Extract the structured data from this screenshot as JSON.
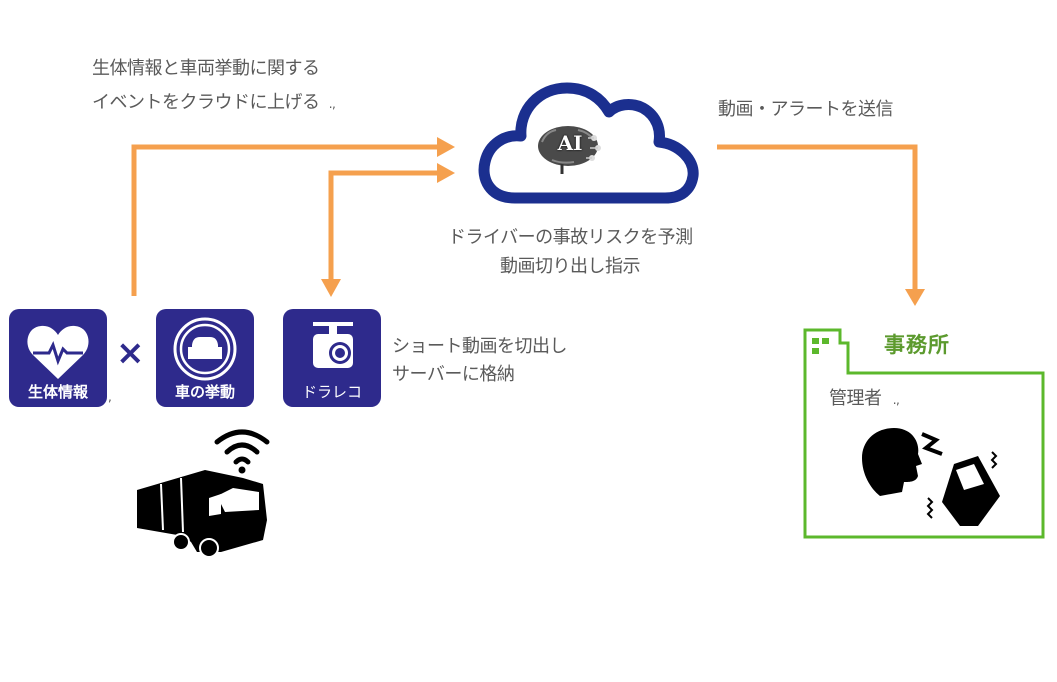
{
  "colors": {
    "arrow": "#f5a04e",
    "tile": "#2e2a8c",
    "cloud": "#1b2f8f",
    "office": "#5cb82c",
    "office_title": "#5c9a2e",
    "text": "#5a5a5a"
  },
  "upload_caption": {
    "line1": "生体情報と車両挙動に関する",
    "line2": "イベントをクラウドに上げる",
    "mark": ".,"
  },
  "cloud": {
    "badge": "AI",
    "icon": "ai-brain-icon",
    "caption_line1": "ドライバーの事故リスクを予測",
    "caption_line2": "動画切り出し指示"
  },
  "send_caption": "動画・アラートを送信",
  "tiles": [
    {
      "label": "生体情報",
      "icon": "heart-pulse-icon"
    },
    {
      "label": "車の挙動",
      "icon": "car-icon"
    },
    {
      "label": "ドラレコ",
      "icon": "dashcam-icon"
    }
  ],
  "times_symbol": "×",
  "tile1_mark": ",",
  "dashcam_caption": {
    "line1": "ショート動画を切出し",
    "line2": "サーバーに格納"
  },
  "truck": {
    "icon": "truck-wifi-icon"
  },
  "office": {
    "title": "事務所",
    "role": "管理者",
    "mark": ".,",
    "icon": "person-phone-alert-icon"
  }
}
